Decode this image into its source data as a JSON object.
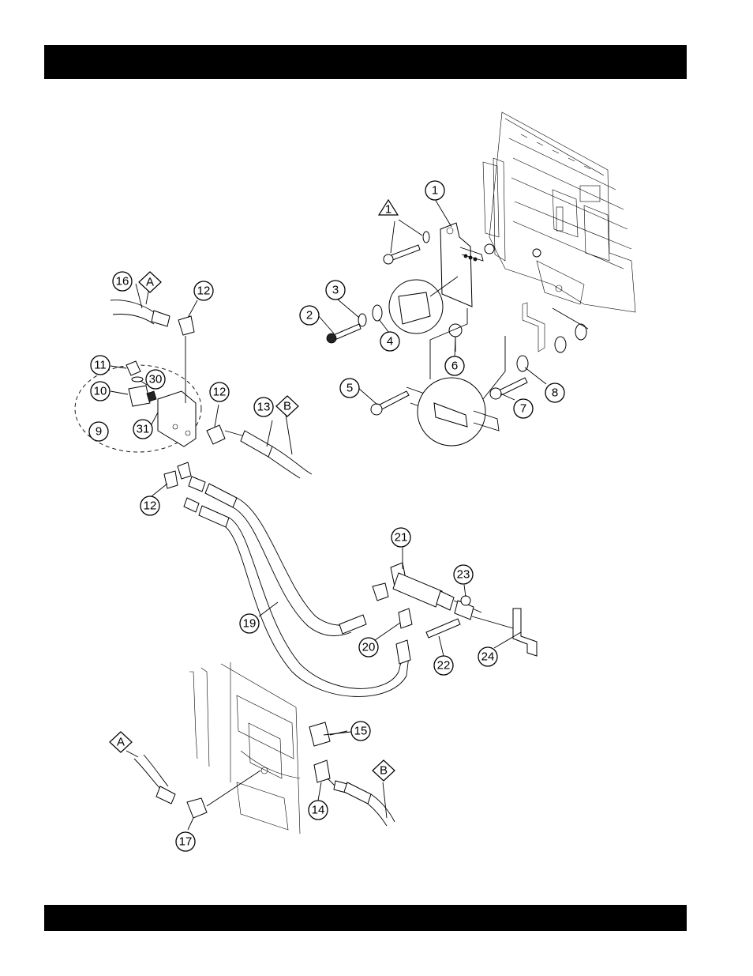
{
  "callouts": [
    {
      "id": "c1",
      "label": "1"
    },
    {
      "id": "c2",
      "label": "2"
    },
    {
      "id": "c3",
      "label": "3"
    },
    {
      "id": "c4",
      "label": "4"
    },
    {
      "id": "c5",
      "label": "5"
    },
    {
      "id": "c6",
      "label": "6"
    },
    {
      "id": "c7",
      "label": "7"
    },
    {
      "id": "c8",
      "label": "8"
    },
    {
      "id": "c9",
      "label": "9"
    },
    {
      "id": "c10",
      "label": "10"
    },
    {
      "id": "c11",
      "label": "11"
    },
    {
      "id": "c12a",
      "label": "12"
    },
    {
      "id": "c12b",
      "label": "12"
    },
    {
      "id": "c12c",
      "label": "12"
    },
    {
      "id": "c13",
      "label": "13"
    },
    {
      "id": "c14",
      "label": "14"
    },
    {
      "id": "c15",
      "label": "15"
    },
    {
      "id": "c16",
      "label": "16"
    },
    {
      "id": "c17",
      "label": "17"
    },
    {
      "id": "c19",
      "label": "19"
    },
    {
      "id": "c20",
      "label": "20"
    },
    {
      "id": "c21",
      "label": "21"
    },
    {
      "id": "c22",
      "label": "22"
    },
    {
      "id": "c23",
      "label": "23"
    },
    {
      "id": "c24",
      "label": "24"
    },
    {
      "id": "c30",
      "label": "30"
    },
    {
      "id": "c31",
      "label": "31"
    }
  ],
  "references": {
    "note_triangle": "1",
    "ref_a_top": "A",
    "ref_b_top": "B",
    "ref_a_bottom": "A",
    "ref_b_bottom": "B"
  },
  "colors": {
    "bar": "#000000",
    "line": "#000000",
    "background": "#ffffff"
  }
}
